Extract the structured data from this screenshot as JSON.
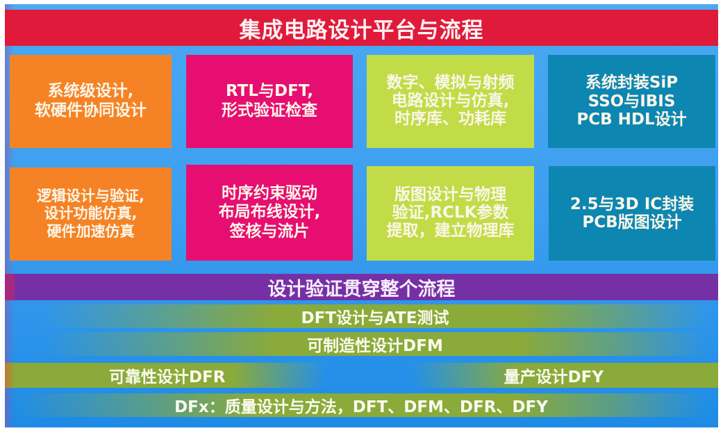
{
  "title": "集成电路设计平台与流程",
  "colors": {
    "background_blue": "#3c9ef0",
    "title_red": "#e01a3b",
    "orange": "#f58325",
    "magenta": "#e60f71",
    "lime": "#c1dc47",
    "teal": "#0d86b1",
    "purple": "#7530a5",
    "olive_band": "#8aaa3a"
  },
  "grid": {
    "row1": [
      {
        "text": "系统级设计,\n软硬件协同设计",
        "color": "orange"
      },
      {
        "text": "RTL与DFT,\n形式验证检查",
        "color": "magenta"
      },
      {
        "text": "数字、模拟与射频\n电路设计与仿真,\n时序库、功耗库",
        "color": "lime"
      },
      {
        "text": "系统封装SiP\nSSO与IBIS\nPCB HDL设计",
        "color": "teal"
      }
    ],
    "row2": [
      {
        "text": "逻辑设计与验证,\n设计功能仿真,\n硬件加速仿真",
        "color": "orange"
      },
      {
        "text": "时序约束驱动\n布局布线设计,\n签核与流片",
        "color": "magenta"
      },
      {
        "text": "版图设计与物理\n验证,RCLK参数\n提取，建立物理库",
        "color": "lime"
      },
      {
        "text": "2.5与3D IC封装\nPCB版图设计",
        "color": "teal"
      }
    ]
  },
  "bands": {
    "verification": "设计验证贯穿整个流程",
    "dft": "DFT设计与ATE测试",
    "dfm": "可制造性设计DFM",
    "dfr": "可靠性设计DFR",
    "dfy": "量产设计DFY",
    "dfx": "DFx：质量设计与方法，DFT、DFM、DFR、DFY"
  }
}
